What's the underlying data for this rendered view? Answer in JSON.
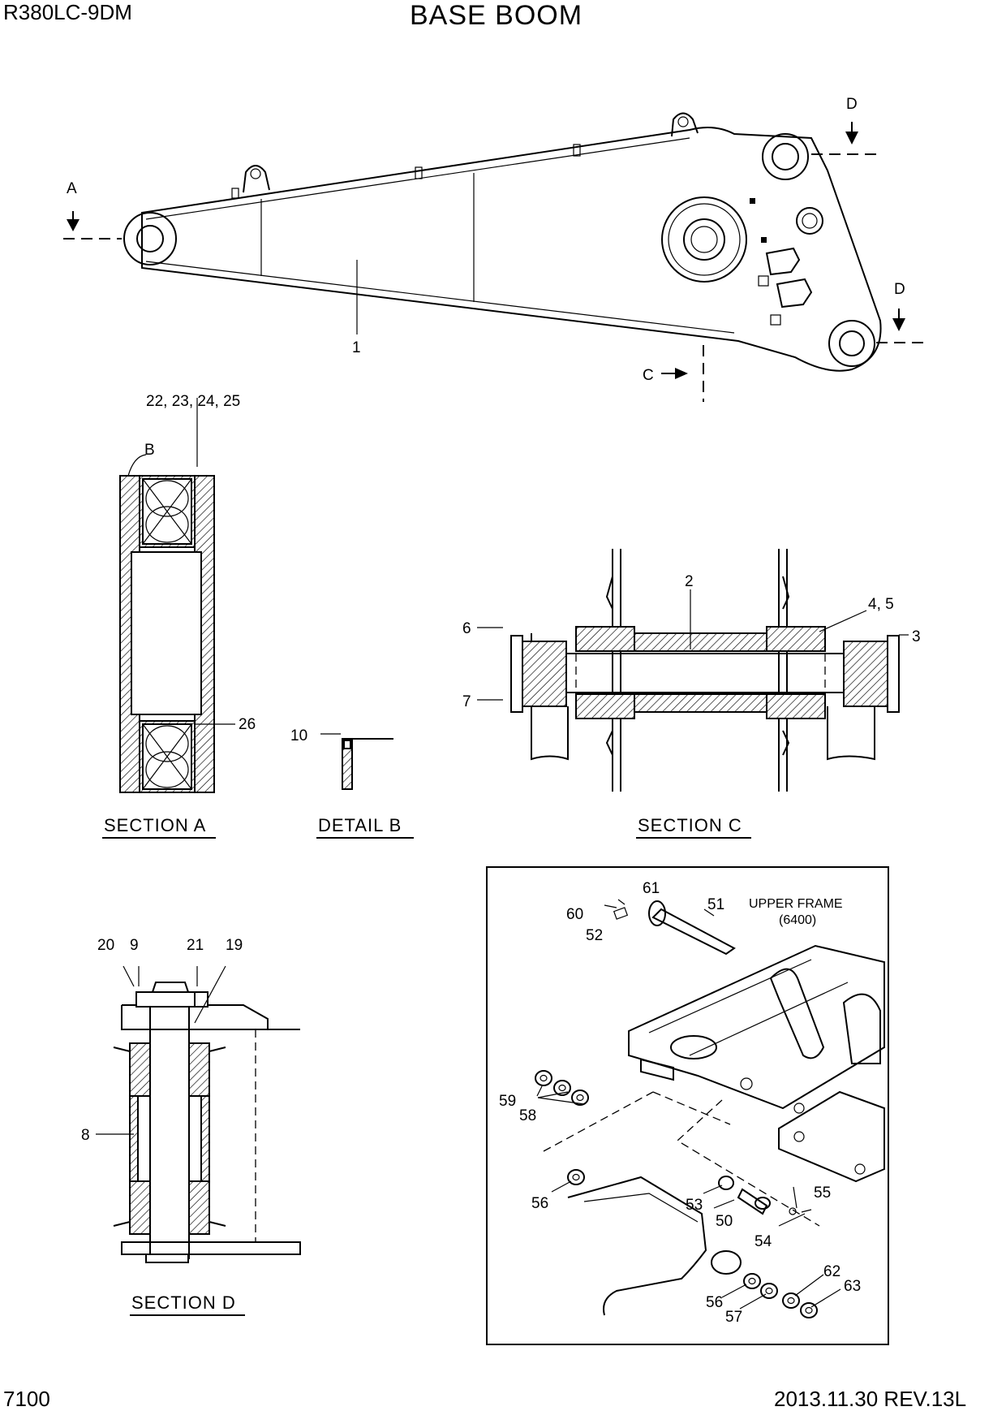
{
  "header": {
    "model": "R380LC-9DM",
    "title": "BASE BOOM"
  },
  "footer": {
    "page_number": "7100",
    "revision": "2013.11.30  REV.13L"
  },
  "main_view": {
    "section_markers": [
      "A",
      "C",
      "D",
      "D"
    ],
    "part_labels": [
      "1"
    ]
  },
  "section_a": {
    "caption": "SECTION  A",
    "detail_marker": "B",
    "part_labels": [
      "22, 23, 24, 25",
      "26"
    ]
  },
  "detail_b": {
    "caption": "DETAIL  B",
    "part_labels": [
      "10"
    ]
  },
  "section_c": {
    "caption": "SECTION  C",
    "part_labels": [
      "2",
      "4, 5",
      "3",
      "6",
      "7"
    ]
  },
  "section_d": {
    "caption": "SECTION  D",
    "part_labels": [
      "20",
      "9",
      "21",
      "19",
      "8"
    ]
  },
  "exploded_view": {
    "frame_label": "UPPER FRAME",
    "frame_code": "(6400)",
    "part_labels": [
      "61",
      "60",
      "51",
      "52",
      "59",
      "58",
      "56",
      "53",
      "50",
      "55",
      "54",
      "56",
      "57",
      "62",
      "63"
    ]
  }
}
